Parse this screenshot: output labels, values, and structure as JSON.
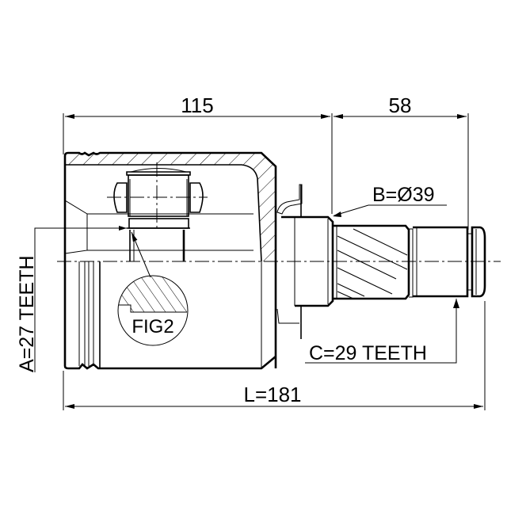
{
  "drawing": {
    "title": "CV joint inner (tripod) technical drawing",
    "stroke_color": "#000000",
    "background_color": "#ffffff"
  },
  "dimensions": {
    "housing_length": "115",
    "shaft_length": "58",
    "total_length": "L=181"
  },
  "labels": {
    "a_teeth": "A=27 TEETH",
    "b_diameter": "B=Ø39",
    "c_teeth": "C=29 TEETH",
    "detail": "FIG2"
  }
}
